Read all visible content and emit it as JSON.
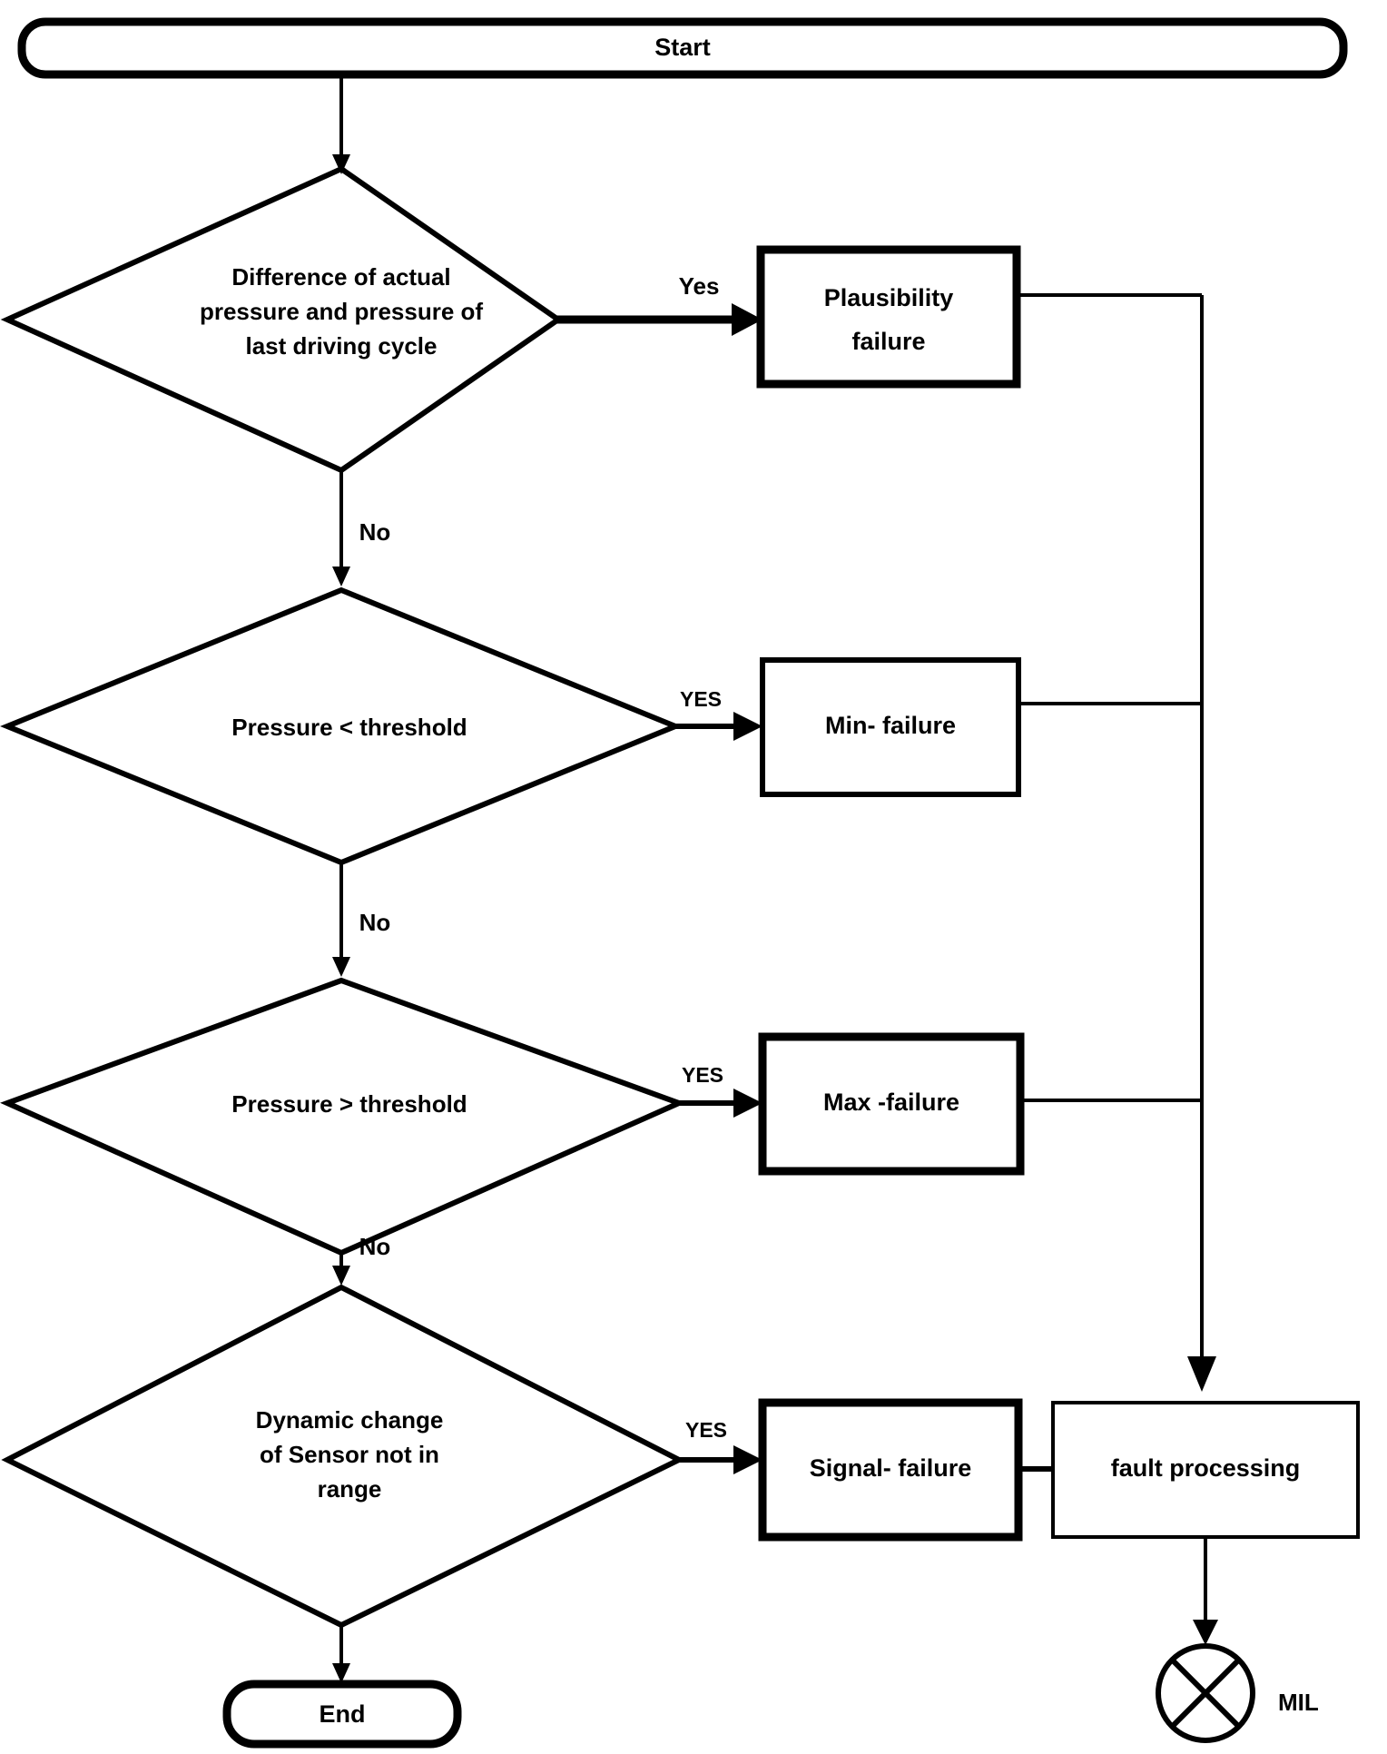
{
  "diagram": {
    "title": "Pressure sensor fault diagnosis flowchart",
    "colors": {
      "stroke": "#000000",
      "fill": "#ffffff",
      "text": "#000000"
    },
    "terminals": {
      "start": "Start",
      "end": "End"
    },
    "decisions": [
      {
        "id": "decision-pressure-difference",
        "lines": [
          "Difference of  actual",
          "pressure and pressure of",
          "last driving cycle"
        ],
        "yes_label": "Yes",
        "no_label": "No"
      },
      {
        "id": "decision-pressure-below-threshold",
        "lines": [
          "Pressure < threshold"
        ],
        "yes_label": "YES",
        "no_label": "No"
      },
      {
        "id": "decision-pressure-above-threshold",
        "lines": [
          "Pressure > threshold"
        ],
        "yes_label": "YES",
        "no_label": "No"
      },
      {
        "id": "decision-dynamic-change",
        "lines": [
          "Dynamic change",
          "of Sensor not in",
          "range"
        ],
        "yes_label": "YES",
        "no_label": ""
      }
    ],
    "failure_boxes": [
      {
        "id": "plausibility-failure",
        "lines": [
          "Plausibility",
          "failure"
        ]
      },
      {
        "id": "min-failure",
        "lines": [
          "Min- failure"
        ]
      },
      {
        "id": "max-failure",
        "lines": [
          "Max -failure"
        ]
      },
      {
        "id": "signal-failure",
        "lines": [
          "Signal- failure"
        ]
      }
    ],
    "process": {
      "id": "fault-processing",
      "label": "fault processing"
    },
    "indicator": {
      "id": "mil-lamp",
      "icon": "circled-x-icon",
      "label": "MIL"
    }
  }
}
